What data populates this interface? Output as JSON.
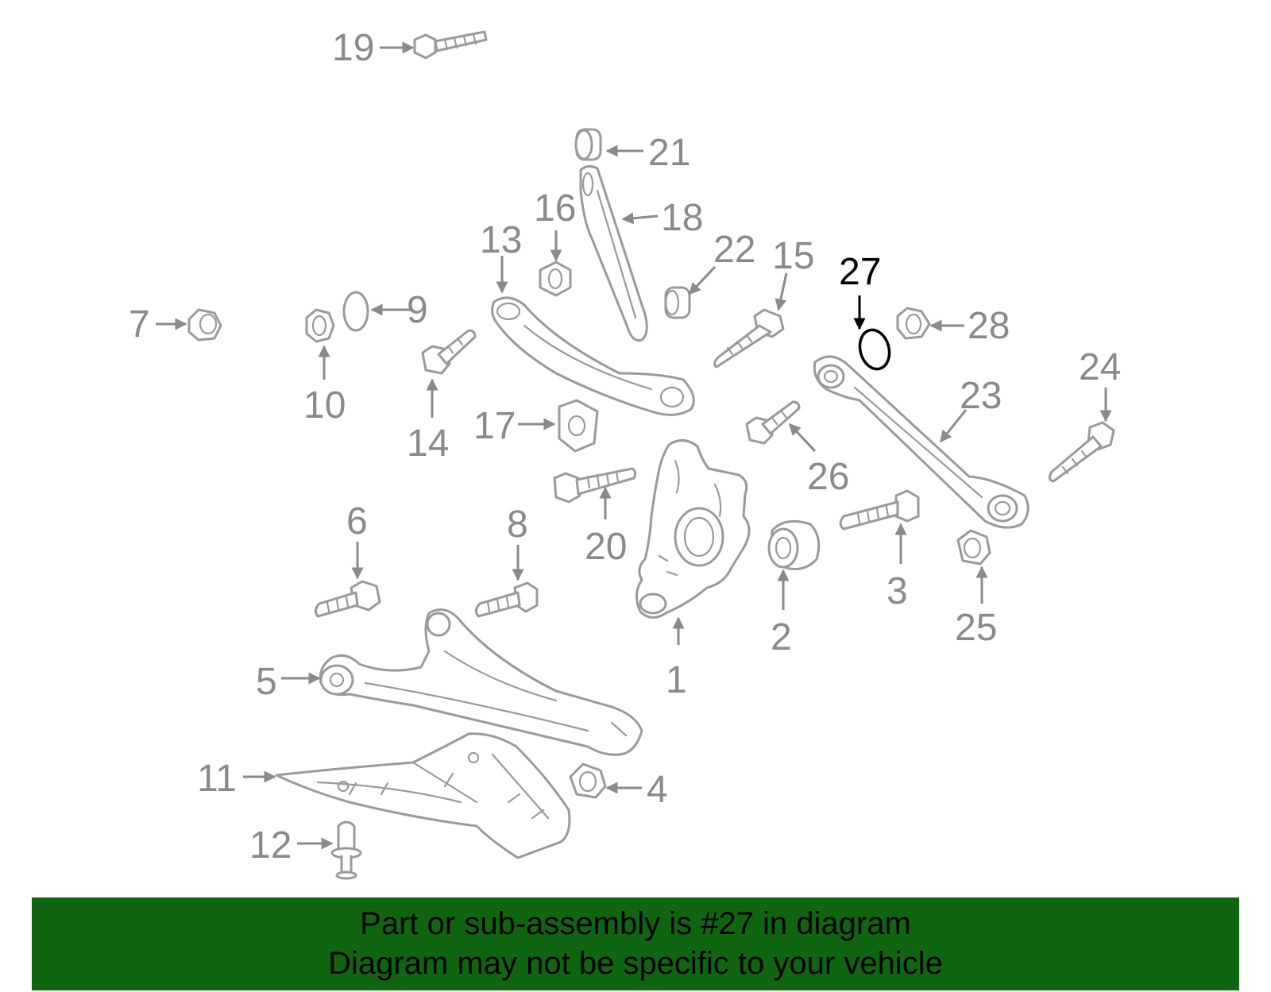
{
  "labels": {
    "n1": "1",
    "n2": "2",
    "n3": "3",
    "n4": "4",
    "n5": "5",
    "n6": "6",
    "n7": "7",
    "n8": "8",
    "n9": "9",
    "n10": "10",
    "n11": "11",
    "n12": "12",
    "n13": "13",
    "n14": "14",
    "n15": "15",
    "n16": "16",
    "n17": "17",
    "n18": "18",
    "n19": "19",
    "n20": "20",
    "n21": "21",
    "n22": "22",
    "n23": "23",
    "n24": "24",
    "n25": "25",
    "n26": "26",
    "n27": "27",
    "n28": "28"
  },
  "highlighted_part": "27",
  "colors": {
    "line_art": "#9a9a9a",
    "labels": "#8a8a8a",
    "highlight": "#000000",
    "banner_bg": "#106510"
  },
  "banner": {
    "line1": "Part or sub-assembly is #27 in diagram",
    "line2": "Diagram may not be specific to your vehicle"
  }
}
